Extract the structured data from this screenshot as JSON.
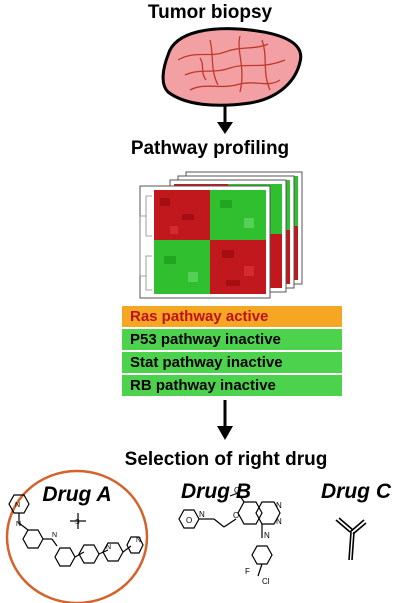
{
  "steps": {
    "biopsy_title": "Tumor biopsy",
    "profiling_title": "Pathway profiling",
    "selection_title": "Selection of right drug"
  },
  "pathways": [
    {
      "label": "Ras pathway active",
      "state": "active"
    },
    {
      "label": "P53 pathway  inactive",
      "state": "inactive"
    },
    {
      "label": "Stat pathway inactive",
      "state": "inactive"
    },
    {
      "label": "RB pathway inactive",
      "state": "inactive"
    }
  ],
  "drugs": {
    "a": "Drug A",
    "b": "Drug B",
    "c": "Drug C"
  },
  "molecule_atoms": {
    "n_label": "N",
    "o_label": "O",
    "s_label": "S",
    "f_label": "F",
    "cl_label": "Cl",
    "h_label": "H"
  },
  "colors": {
    "tumor_fill": "#f2a0a3",
    "tumor_vessel": "#c0392b",
    "heat_red": "#c0181c",
    "heat_green": "#2fbf2f",
    "active_bg": "#f5a623",
    "active_text": "#c0111a",
    "inactive_bg": "#4cd24c",
    "selection_circle": "#d4622a"
  }
}
